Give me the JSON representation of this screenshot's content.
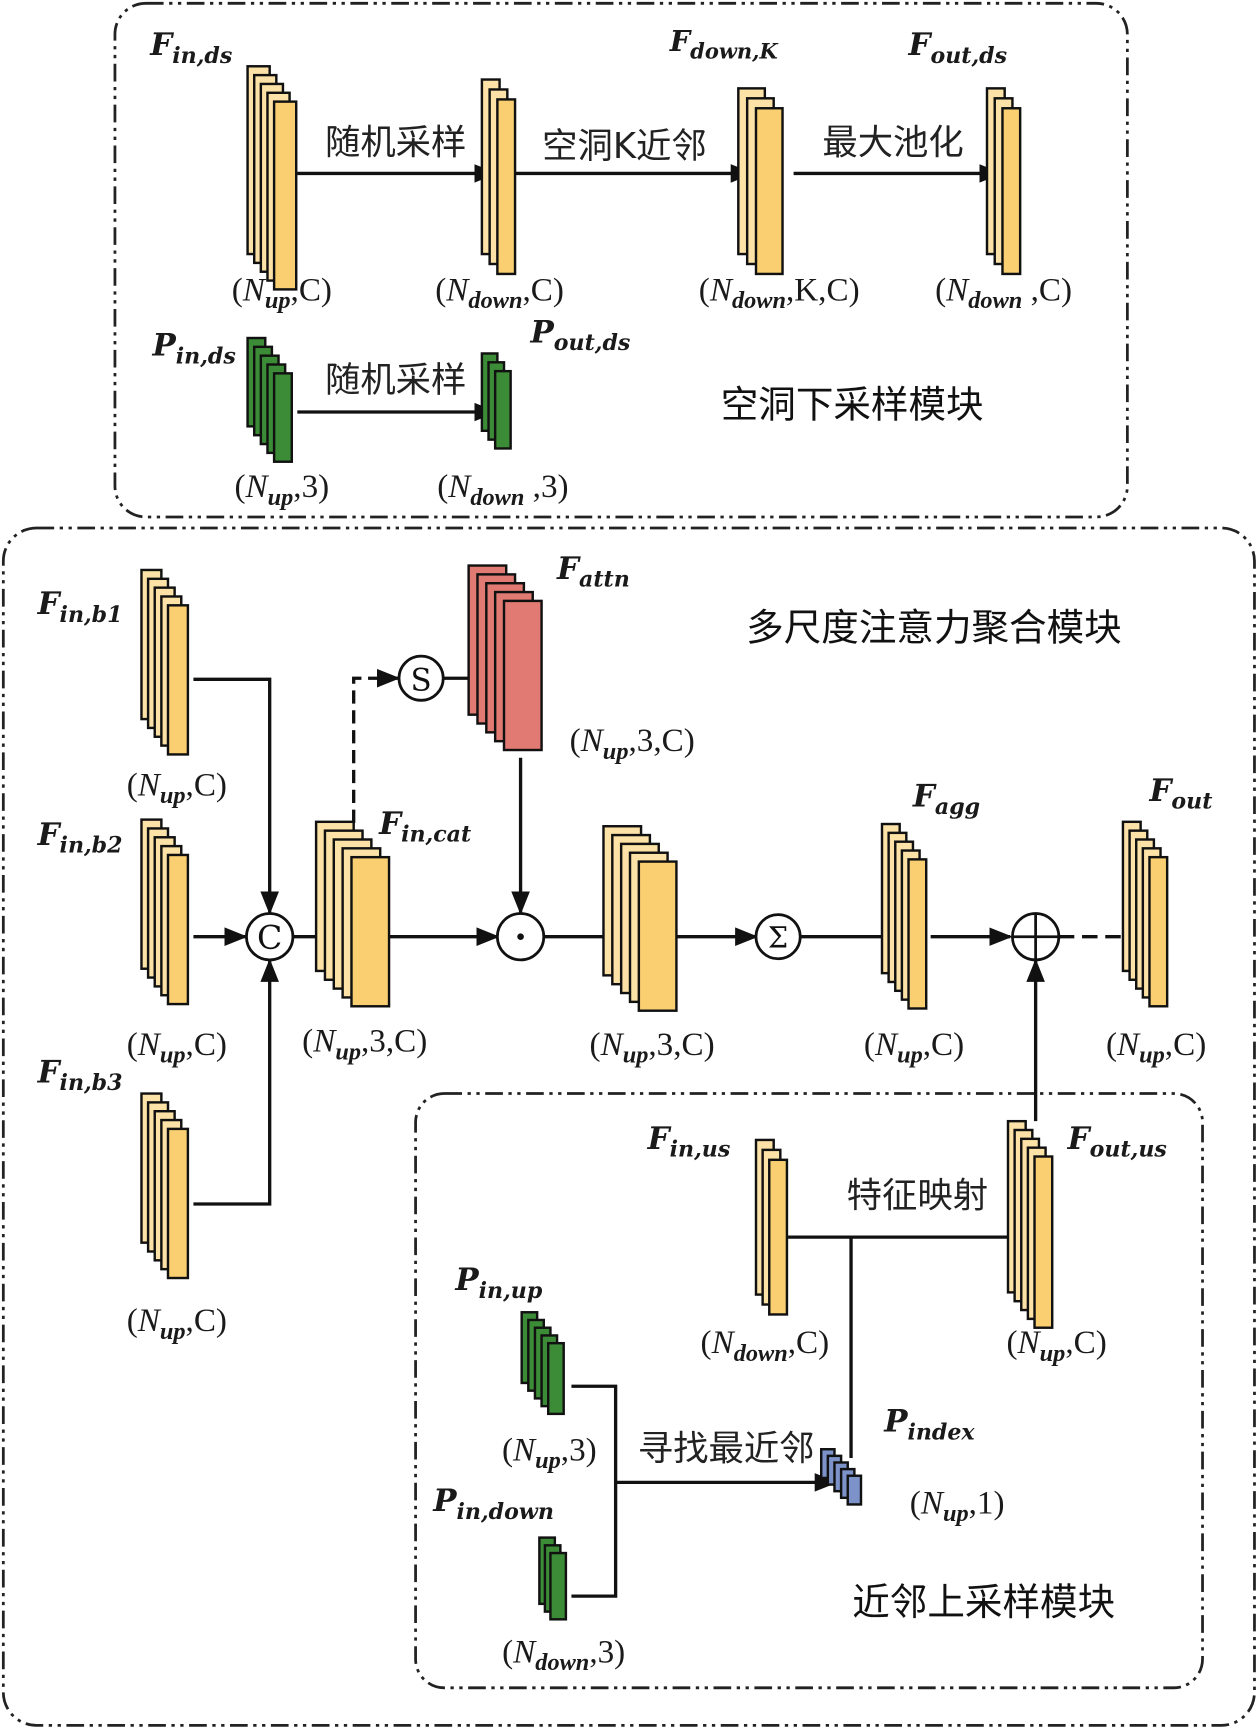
{
  "colors": {
    "feature": "#F9CF72",
    "feature_light": "#FCE2A6",
    "point": "#3C8C37",
    "attention": "#E07A72",
    "index": "#7C92C8",
    "stroke": "#111111",
    "box_border": "#222222"
  },
  "modules": {
    "dilated_downsampling": {
      "title": "空洞下采样模块",
      "tensors": {
        "f_in_ds": {
          "name": "F",
          "sub": "in,ds",
          "shape_main": "N",
          "shape_sub": "up",
          "shape_rest": ",C)"
        },
        "f_down": {
          "shape_main": "N",
          "shape_sub": "down",
          "shape_rest": ",C)"
        },
        "f_down_k": {
          "name": "F",
          "sub": "down,K",
          "shape_main": "N",
          "shape_sub": "down",
          "shape_rest": ",K,C)"
        },
        "f_out_ds": {
          "name": "F",
          "sub": "out,ds",
          "shape_main": "N",
          "shape_sub": "down",
          "shape_rest": " ,C)"
        },
        "p_in_ds": {
          "name": "P",
          "sub": "in,ds",
          "shape_main": "N",
          "shape_sub": "up",
          "shape_rest": ",3)"
        },
        "p_out_ds": {
          "name": "P",
          "sub": "out,ds",
          "shape_main": "N",
          "shape_sub": "down",
          "shape_rest": " ,3)"
        }
      },
      "operations": {
        "random_sampling": "随机采样",
        "dilated_knn": "空洞K近邻",
        "max_pooling": "最大池化",
        "random_sampling_points": "随机采样"
      }
    },
    "multiscale_attention": {
      "title": "多尺度注意力聚合模块",
      "tensors": {
        "f_in_b1": {
          "name": "F",
          "sub": "in,b1",
          "shape_main": "N",
          "shape_sub": "up",
          "shape_rest": ",C)"
        },
        "f_in_b2": {
          "name": "F",
          "sub": "in,b2",
          "shape_main": "N",
          "shape_sub": "up",
          "shape_rest": ",C)"
        },
        "f_in_b3": {
          "name": "F",
          "sub": "in,b3",
          "shape_main": "N",
          "shape_sub": "up",
          "shape_rest": ",C)"
        },
        "f_in_cat": {
          "name": "F",
          "sub": "in,cat",
          "shape_main": "N",
          "shape_sub": "up",
          "shape_rest": ",3,C)"
        },
        "f_attn": {
          "name": "F",
          "sub": "attn",
          "shape_main": "N",
          "shape_sub": "up",
          "shape_rest": ",3,C)"
        },
        "f_weighted": {
          "shape_main": "N",
          "shape_sub": "up",
          "shape_rest": ",3,C)"
        },
        "f_agg": {
          "name": "F",
          "sub": "agg",
          "shape_main": "N",
          "shape_sub": "up",
          "shape_rest": ",C)"
        },
        "f_out": {
          "name": "F",
          "sub": "out",
          "shape_main": "N",
          "shape_sub": "up",
          "shape_rest": ",C)"
        }
      },
      "operators": {
        "concat": "C",
        "softmax": "S",
        "multiply": "·",
        "sum": "Σ",
        "add": "+"
      }
    },
    "nn_upsampling": {
      "title": "近邻上采样模块",
      "tensors": {
        "f_in_us": {
          "name": "F",
          "sub": "in,us",
          "shape_main": "N",
          "shape_sub": "down",
          "shape_rest": ",C)"
        },
        "f_out_us": {
          "name": "F",
          "sub": "out,us",
          "shape_main": "N",
          "shape_sub": "up",
          "shape_rest": ",C)"
        },
        "p_in_up": {
          "name": "P",
          "sub": "in,up",
          "shape_main": "N",
          "shape_sub": "up",
          "shape_rest": ",3)"
        },
        "p_in_down": {
          "name": "P",
          "sub": "in,down",
          "shape_main": "N",
          "shape_sub": "down",
          "shape_rest": ",3)"
        },
        "p_index": {
          "name": "P",
          "sub": "index",
          "shape_main": "N",
          "shape_sub": "up",
          "shape_rest": ",1)"
        }
      },
      "operations": {
        "feature_mapping": "特征映射",
        "find_nearest": "寻找最近邻"
      }
    }
  }
}
